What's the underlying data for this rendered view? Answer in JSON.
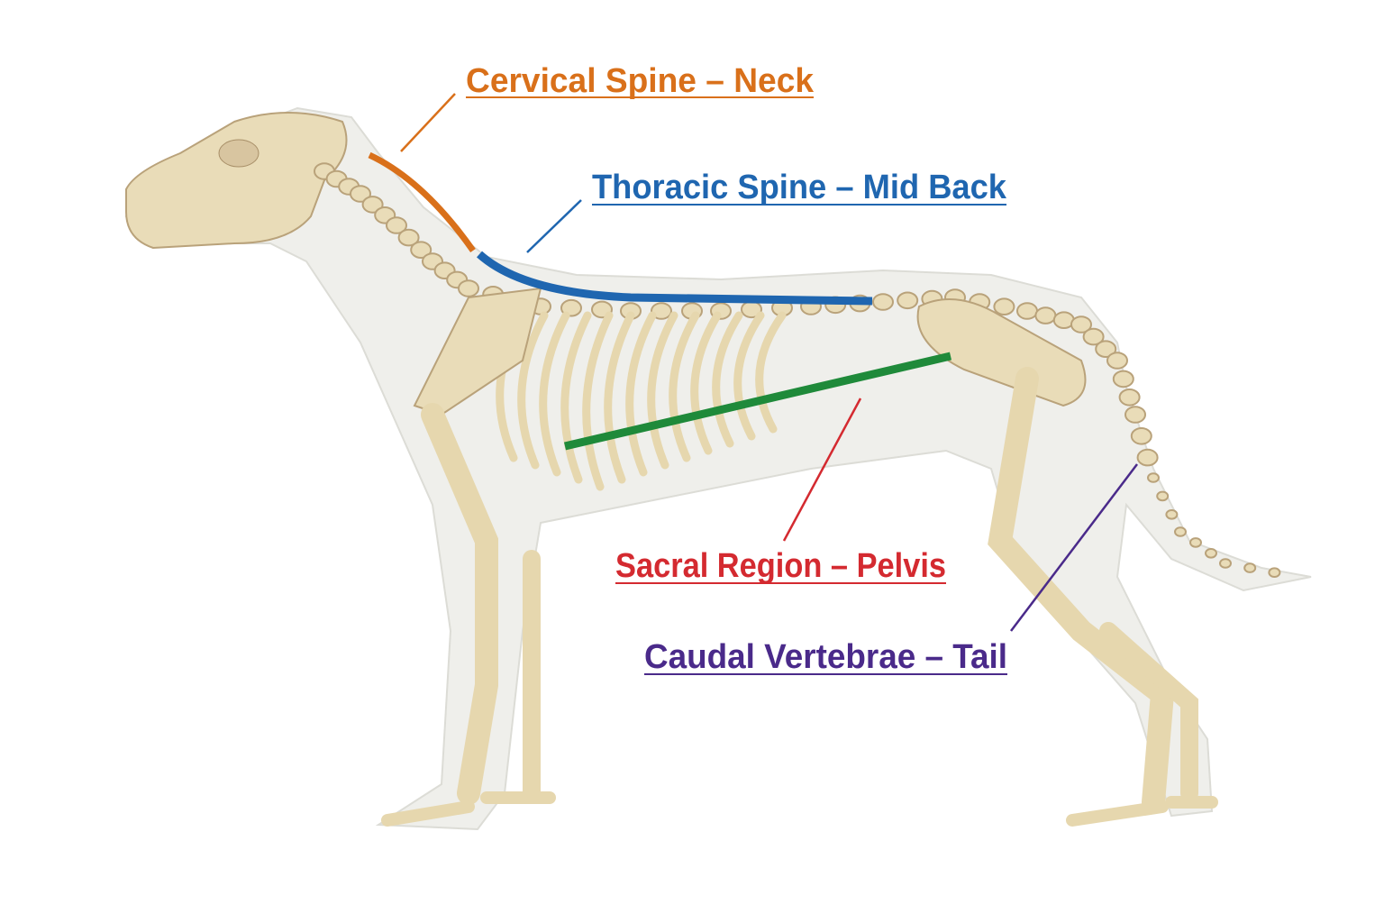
{
  "title": "Dog skeleton spinal regions",
  "labels": {
    "cervical": {
      "text": "Cervical Spine – Neck",
      "color": "#d9701a"
    },
    "thoracic": {
      "text": "Thoracic Spine – Mid Back",
      "color": "#1f66b0"
    },
    "sacral": {
      "text": "Sacral Region – Pelvis",
      "color": "#d42a30"
    },
    "caudal": {
      "text": "Caudal Vertebrae – Tail",
      "color": "#4a2a8a"
    }
  },
  "colors": {
    "lumbar_marker": "#1f8a3a",
    "bone": "#e9dcb8",
    "body": "#eeeeea"
  }
}
